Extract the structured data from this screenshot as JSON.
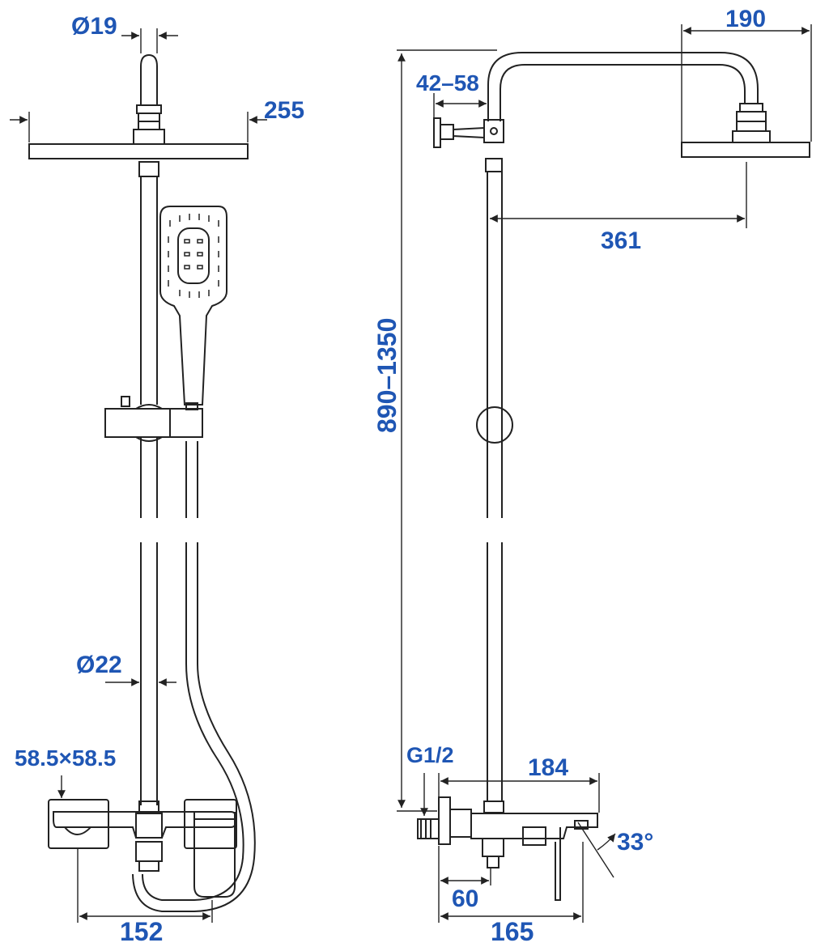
{
  "dimensions": {
    "rod_diameter": "Ø19",
    "overhead_width_front": "255",
    "overhead_width_side": "190",
    "wall_bracket_range": "42–58",
    "arm_reach": "361",
    "height_range": "890–1350",
    "column_diameter": "Ø22",
    "escutcheon_size": "58.5×58.5",
    "inlet_thread": "G1/2",
    "mixer_depth": "184",
    "spout_angle": "33°",
    "outlet_offset": "60",
    "mixer_length_side": "165",
    "mixer_length_front": "152"
  },
  "colors": {
    "annotation": "#1f56b4",
    "drawing": "#222222"
  }
}
